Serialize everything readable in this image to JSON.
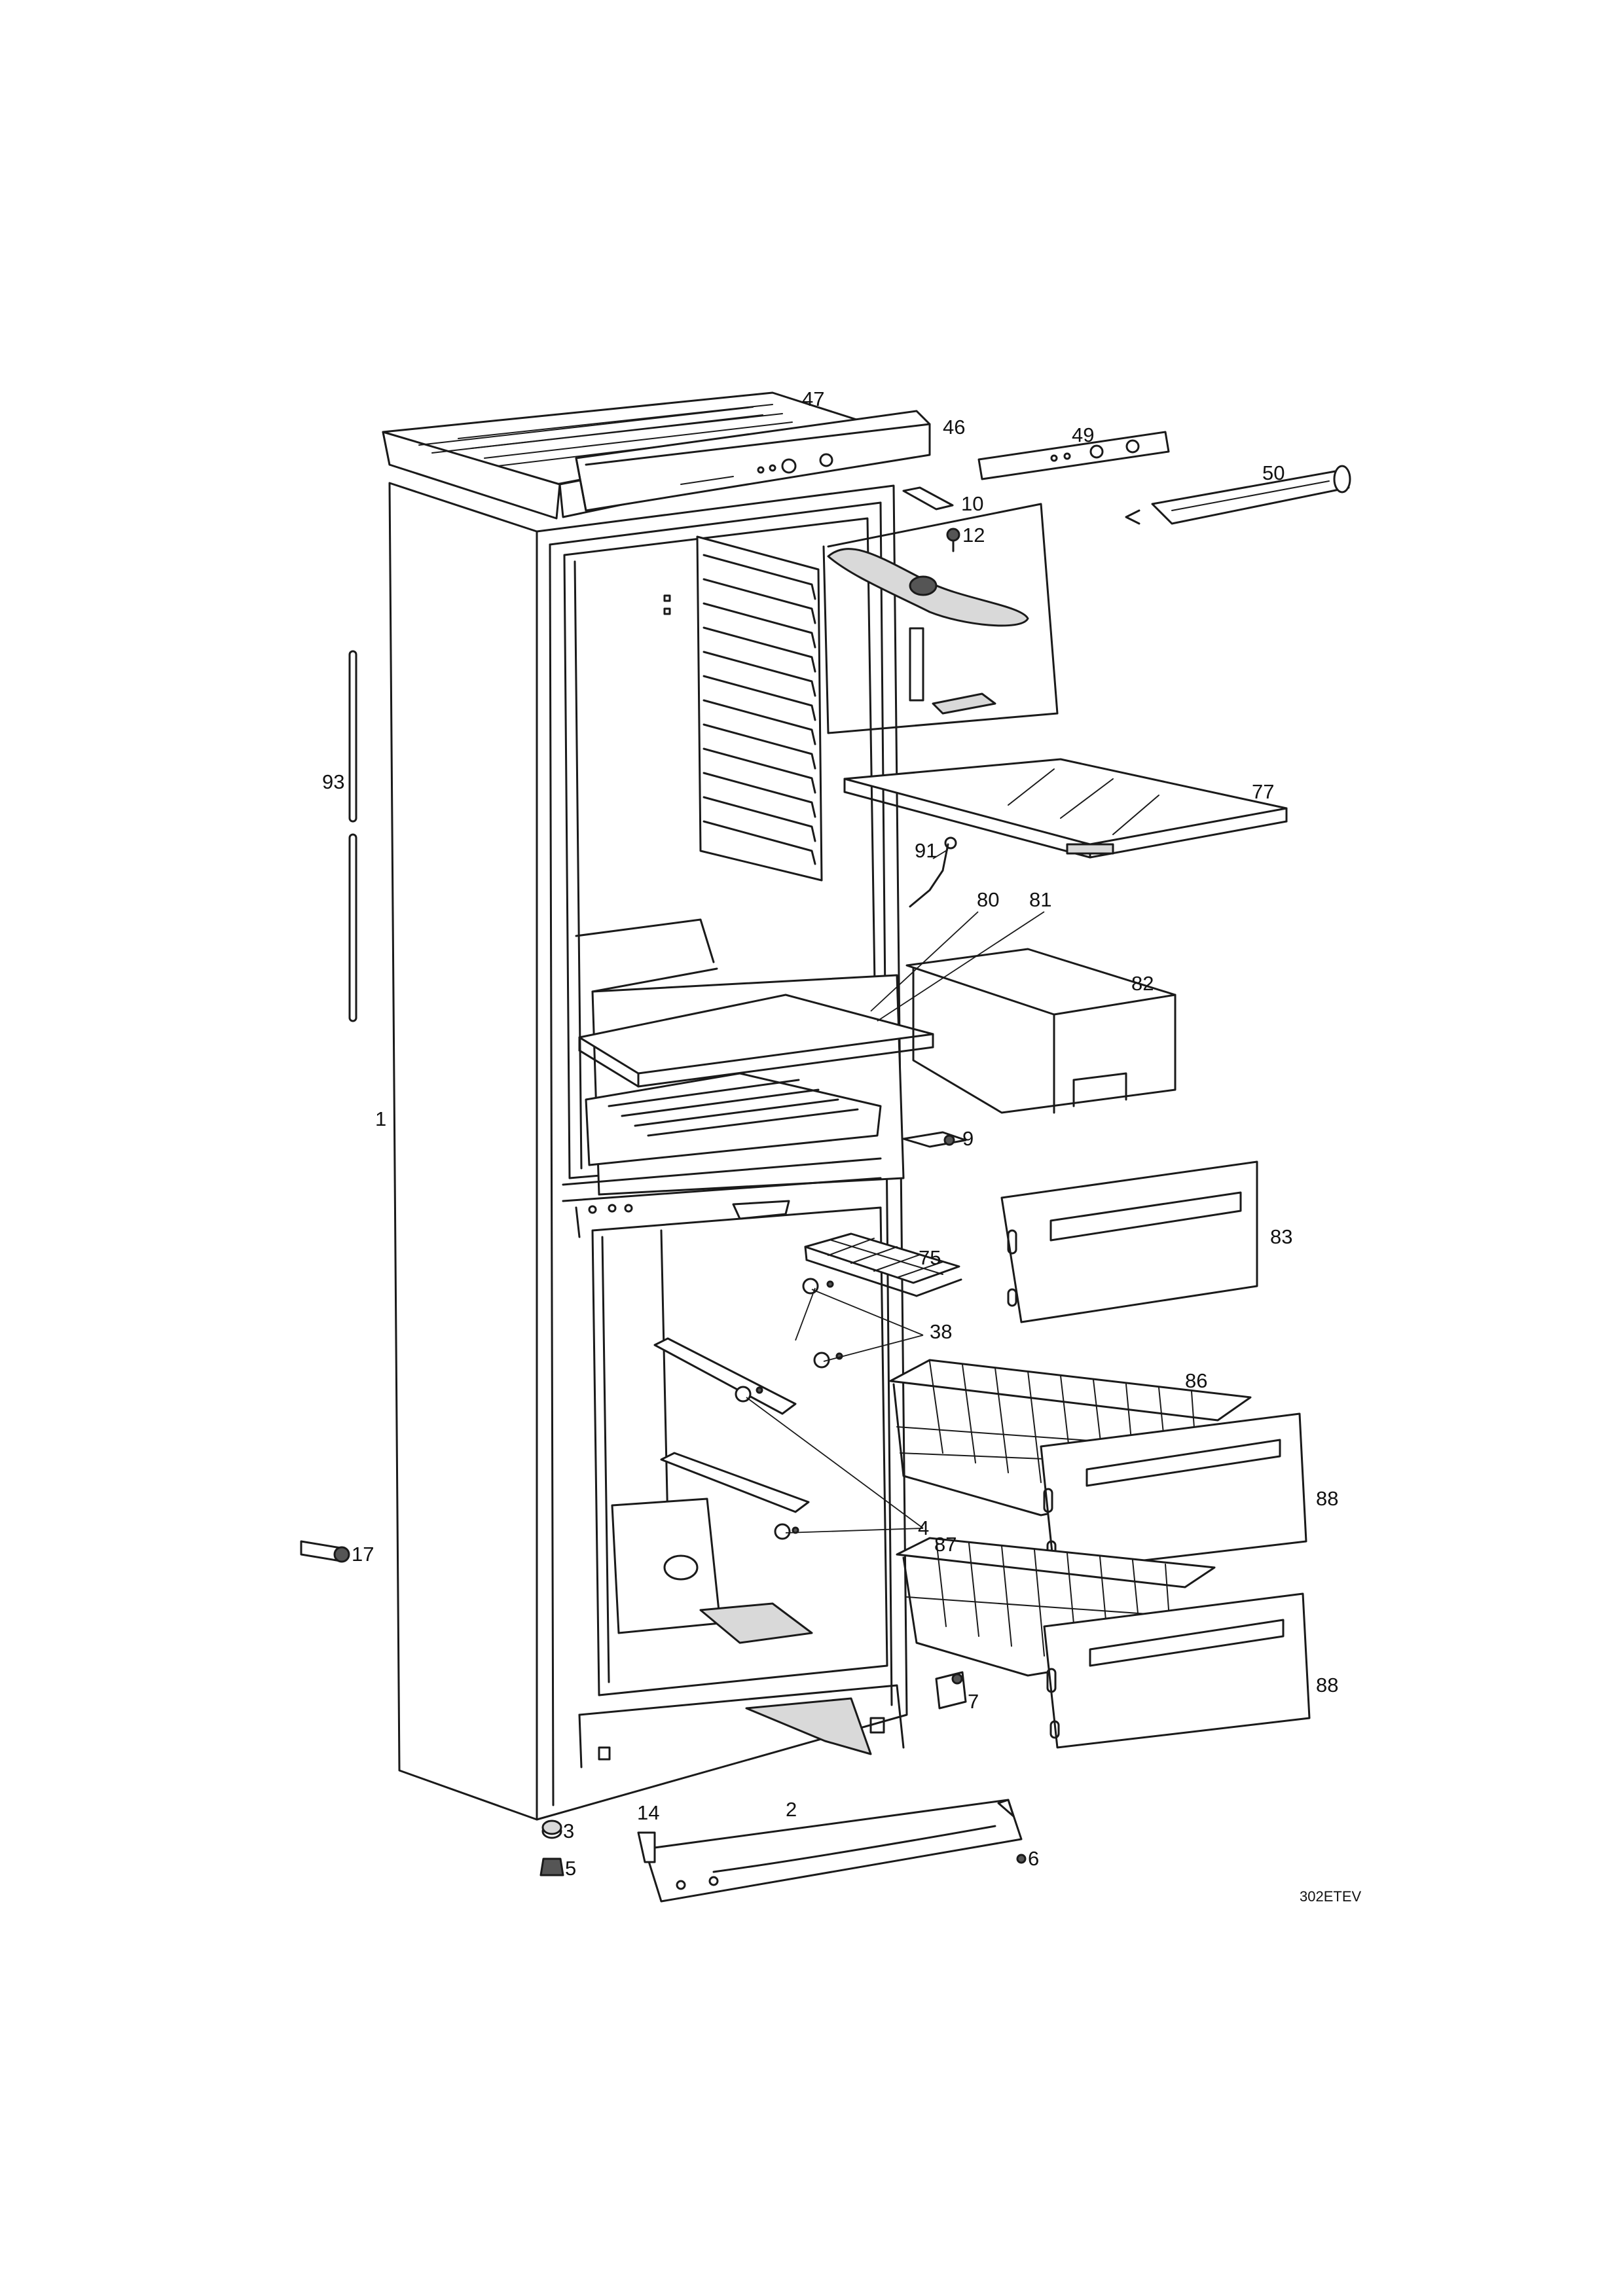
{
  "figure": {
    "reference_code": "302ETEV"
  },
  "callouts": {
    "c1": "1",
    "c2": "2",
    "c3": "3",
    "c4": "4",
    "c5": "5",
    "c6": "6",
    "c7": "7",
    "c9": "9",
    "c10": "10",
    "c12": "12",
    "c14": "14",
    "c17": "17",
    "c38": "38",
    "c46": "46",
    "c47": "47",
    "c49": "49",
    "c50": "50",
    "c75": "75",
    "c77": "77",
    "c80": "80",
    "c81": "81",
    "c82": "82",
    "c83": "83",
    "c86": "86",
    "c87": "87",
    "c88a": "88",
    "c88b": "88",
    "c91": "91",
    "c93": "93"
  }
}
